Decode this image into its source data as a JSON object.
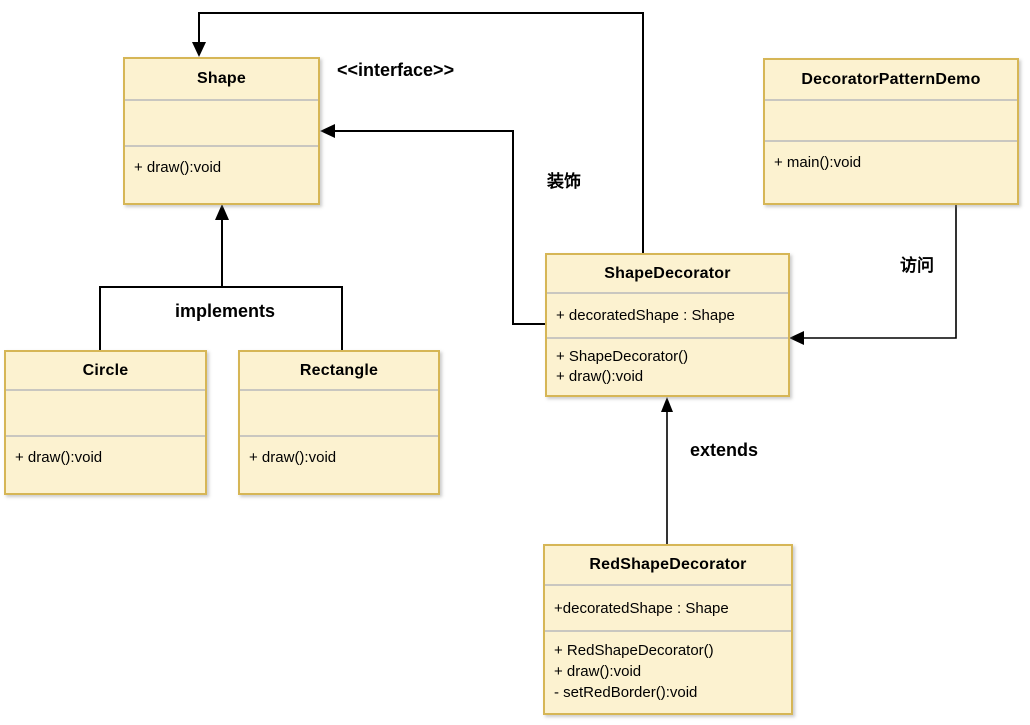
{
  "diagram": {
    "type": "uml-class-diagram",
    "title_hint": "Decorator Pattern UML",
    "colors": {
      "box_fill": "#fcf2d0",
      "box_border": "#d6b656",
      "divider": "#c9c7c0",
      "line": "#000000",
      "background": "#ffffff"
    },
    "labels": {
      "interface": "<<interface>>",
      "implements": "implements",
      "extends": "extends",
      "decorate": "装饰",
      "access": "访问"
    },
    "classes": {
      "shape": {
        "name": "Shape",
        "attributes": [],
        "methods": [
          "+ draw():void"
        ]
      },
      "demo": {
        "name": "DecoratorPatternDemo",
        "attributes": [],
        "methods": [
          "+ main():void"
        ]
      },
      "shapeDecorator": {
        "name": "ShapeDecorator",
        "attributes": [
          "+ decoratedShape : Shape"
        ],
        "methods": [
          "+ ShapeDecorator()",
          "+ draw():void"
        ]
      },
      "redShapeDecorator": {
        "name": "RedShapeDecorator",
        "attributes": [
          "+decoratedShape : Shape"
        ],
        "methods": [
          "+ RedShapeDecorator()",
          "+ draw():void",
          "- setRedBorder():void"
        ]
      },
      "circle": {
        "name": "Circle",
        "attributes": [],
        "methods": [
          "+ draw():void"
        ]
      },
      "rectangle": {
        "name": "Rectangle",
        "attributes": [],
        "methods": [
          "+ draw():void"
        ]
      }
    },
    "relations": [
      {
        "from": "ShapeDecorator",
        "to": "Shape",
        "kind": "association-top"
      },
      {
        "from": "ShapeDecorator",
        "to": "Shape",
        "kind": "association",
        "label": "装饰"
      },
      {
        "from": "Circle",
        "to": "Shape",
        "kind": "implements",
        "label": "implements"
      },
      {
        "from": "Rectangle",
        "to": "Shape",
        "kind": "implements",
        "label": "implements"
      },
      {
        "from": "RedShapeDecorator",
        "to": "ShapeDecorator",
        "kind": "extends",
        "label": "extends"
      },
      {
        "from": "DecoratorPatternDemo",
        "to": "ShapeDecorator",
        "kind": "association",
        "label": "访问"
      }
    ]
  }
}
